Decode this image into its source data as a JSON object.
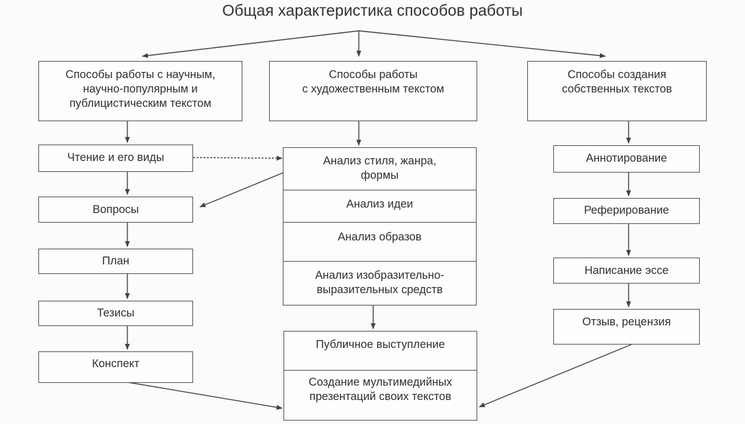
{
  "title": "Общая характеристика способов работы",
  "columns": {
    "left": {
      "header": "Способы работы с научным,\nнаучно-популярным и\nпублицистическим текстом",
      "items": [
        "Чтение и его виды",
        "Вопросы",
        "План",
        "Тезисы",
        "Конспект"
      ]
    },
    "middle": {
      "header": "Способы работы\nс художественным текстом",
      "analysis": [
        "Анализ стиля, жанра,\nформы",
        "Анализ идеи",
        "Анализ образов",
        "Анализ изобразительно-\nвыразительных средств"
      ],
      "output": [
        "Публичное выступление",
        "Создание мультимедийных\nпрезентаций своих текстов"
      ]
    },
    "right": {
      "header": "Способы создания\nсобственных текстов",
      "items": [
        "Аннотирование",
        "Реферирование",
        "Написание эссе",
        "Отзыв, рецензия"
      ]
    }
  }
}
